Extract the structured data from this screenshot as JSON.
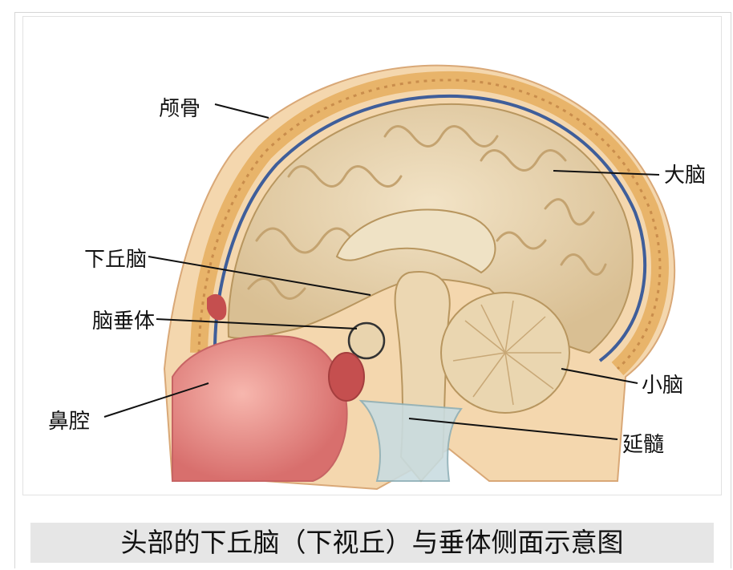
{
  "labels": {
    "skull": "颅骨",
    "cerebrum": "大脑",
    "hypothalamus": "下丘脑",
    "pituitary": "脑垂体",
    "nasal_cavity": "鼻腔",
    "cerebellum": "小脑",
    "medulla": "延髓"
  },
  "caption": "头部的下丘脑（下视丘）与垂体侧面示意图",
  "colors": {
    "brain": "#e8d3ad",
    "skull": "#f1c887",
    "dura": "#3f5e9a",
    "nasal": "#e88b86",
    "caption_bg": "#e6e6e6"
  }
}
